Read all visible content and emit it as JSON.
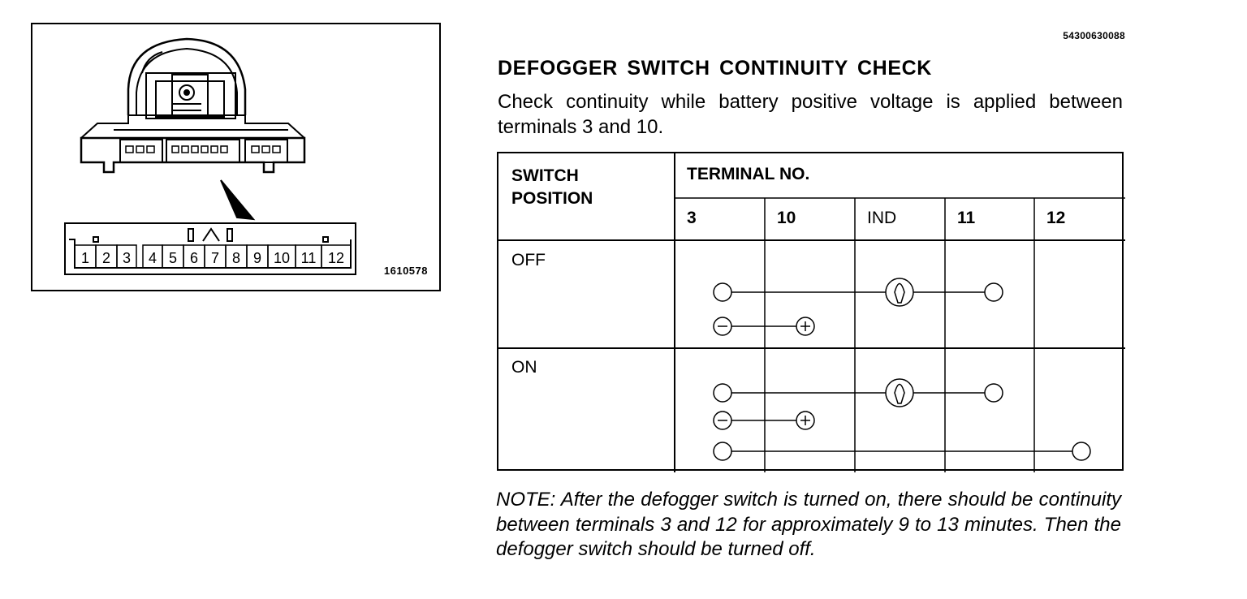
{
  "figure": {
    "code": "1610578",
    "pin_numbers": [
      "1",
      "2",
      "3",
      "4",
      "5",
      "6",
      "7",
      "8",
      "9",
      "10",
      "11",
      "12"
    ]
  },
  "document_id": "54300630088",
  "title": "DEFOGGER SWITCH CONTINUITY CHECK",
  "intro": "Check continuity while battery positive voltage is applied between terminals 3 and 10.",
  "table": {
    "header_switch_line1": "SWITCH",
    "header_switch_line2": "POSITION",
    "header_terminal": "TERMINAL NO.",
    "terminals": [
      "3",
      "10",
      "IND",
      "11",
      "12"
    ],
    "rows": [
      {
        "position": "OFF",
        "connections": [
          [
            "3",
            "IND",
            "11"
          ],
          [
            "3-",
            "10+"
          ]
        ]
      },
      {
        "position": "ON",
        "connections": [
          [
            "3",
            "IND",
            "11"
          ],
          [
            "3-",
            "10+"
          ],
          [
            "3",
            "12"
          ]
        ]
      }
    ]
  },
  "note": "NOTE: After the defogger switch is turned on, there should be continuity between terminals 3 and 12 for approximately 9 to 13 minutes. Then the defogger switch should be turned off.",
  "icons": {
    "open_terminal": "circle-icon",
    "indicator": "indicator-lamp-icon",
    "negative": "minus-circle-icon",
    "positive": "plus-circle-icon"
  }
}
